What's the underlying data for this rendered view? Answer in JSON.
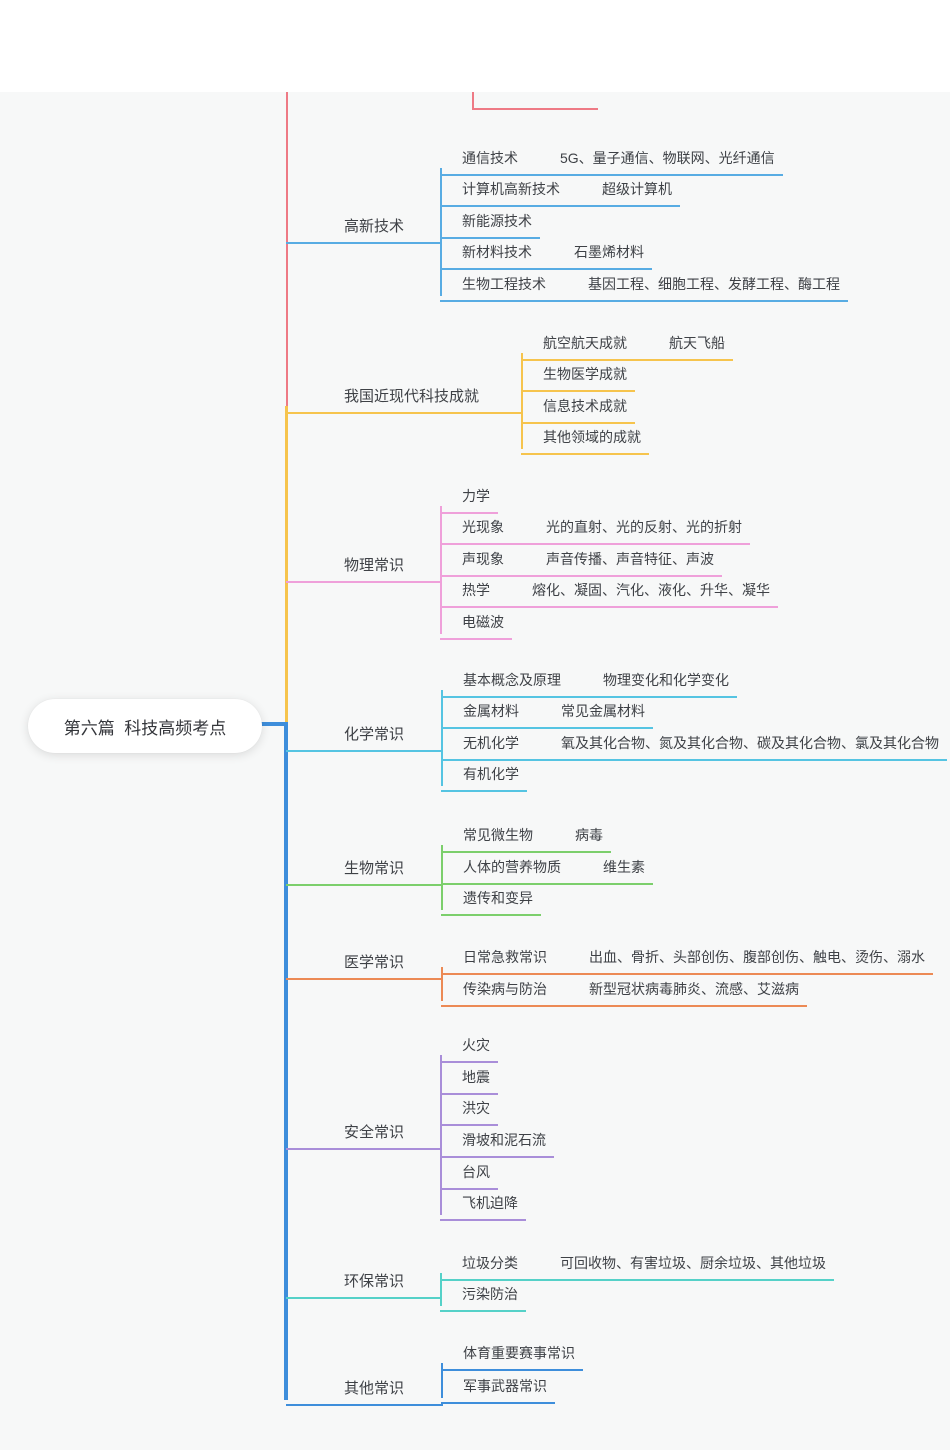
{
  "canvas": {
    "background": "#f7f8f8",
    "top_band": "#ffffff"
  },
  "root": {
    "label": "第六篇  科技高频考点",
    "connector_color": "#3e8edb"
  },
  "trunk": {
    "upper_color": "#ee7a85",
    "middle_color": "#f6c44d",
    "lower_color": "#3e8edb",
    "cut_branch_color": "#ee7a85"
  },
  "branches": [
    {
      "label": "高新技术",
      "color": "#58ace3",
      "children": [
        {
          "label": "通信技术",
          "note": "5G、量子通信、物联网、光纤通信"
        },
        {
          "label": "计算机高新技术",
          "note": "超级计算机"
        },
        {
          "label": "新能源技术"
        },
        {
          "label": "新材料技术",
          "note": "石墨烯材料"
        },
        {
          "label": "生物工程技术",
          "note": "基因工程、细胞工程、发酵工程、酶工程"
        }
      ]
    },
    {
      "label": "我国近现代科技成就",
      "color": "#f6c44d",
      "children": [
        {
          "label": "航空航天成就",
          "note": "航天飞船"
        },
        {
          "label": "生物医学成就"
        },
        {
          "label": "信息技术成就"
        },
        {
          "label": "其他领域的成就"
        }
      ]
    },
    {
      "label": "物理常识",
      "color": "#efa0da",
      "children": [
        {
          "label": "力学"
        },
        {
          "label": "光现象",
          "note": "光的直射、光的反射、光的折射"
        },
        {
          "label": "声现象",
          "note": "声音传播、声音特征、声波"
        },
        {
          "label": "热学",
          "note": "熔化、凝固、汽化、液化、升华、凝华"
        },
        {
          "label": "电磁波"
        }
      ]
    },
    {
      "label": "化学常识",
      "color": "#55c4e2",
      "children": [
        {
          "label": "基本概念及原理",
          "note": "物理变化和化学变化"
        },
        {
          "label": "金属材料",
          "note": "常见金属材料"
        },
        {
          "label": "无机化学",
          "note": "氧及其化合物、氮及其化合物、碳及其化合物、氯及其化合物"
        },
        {
          "label": "有机化学"
        }
      ]
    },
    {
      "label": "生物常识",
      "color": "#7ccf6c",
      "children": [
        {
          "label": "常见微生物",
          "note": "病毒"
        },
        {
          "label": "人体的营养物质",
          "note": "维生素"
        },
        {
          "label": "遗传和变异"
        }
      ]
    },
    {
      "label": "医学常识",
      "color": "#ec8a55",
      "children": [
        {
          "label": "日常急救常识",
          "note": "出血、骨折、头部创伤、腹部创伤、触电、烫伤、溺水"
        },
        {
          "label": "传染病与防治",
          "note": "新型冠状病毒肺炎、流感、艾滋病"
        }
      ]
    },
    {
      "label": "安全常识",
      "color": "#a98ed9",
      "children": [
        {
          "label": "火灾"
        },
        {
          "label": "地震"
        },
        {
          "label": "洪灾"
        },
        {
          "label": "滑坡和泥石流"
        },
        {
          "label": "台风"
        },
        {
          "label": "飞机迫降"
        }
      ]
    },
    {
      "label": "环保常识",
      "color": "#55d1c8",
      "children": [
        {
          "label": "垃圾分类",
          "note": "可回收物、有害垃圾、厨余垃圾、其他垃圾"
        },
        {
          "label": "污染防治"
        }
      ]
    },
    {
      "label": "其他常识",
      "color": "#3e8edb",
      "children": [
        {
          "label": "体育重要赛事常识"
        },
        {
          "label": "军事武器常识"
        }
      ]
    }
  ]
}
